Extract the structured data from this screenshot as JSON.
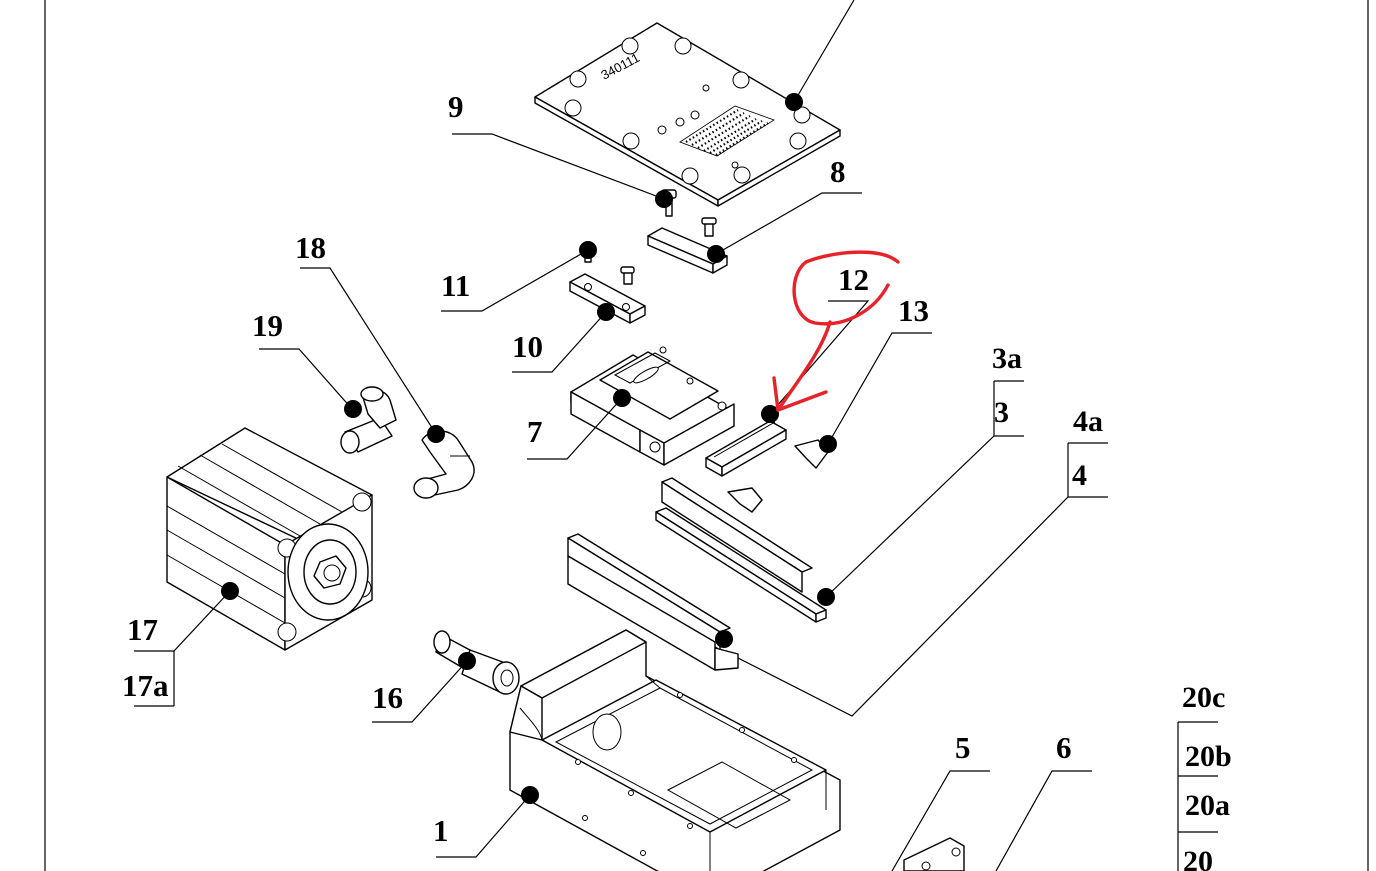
{
  "drawing": {
    "stamp_text": "340111",
    "accent_color": "#e8222a",
    "callouts": [
      "9",
      "8",
      "18",
      "11",
      "10",
      "19",
      "7",
      "12",
      "13",
      "3a",
      "3",
      "4a",
      "4",
      "17",
      "17a",
      "16",
      "1",
      "5",
      "6",
      "20c",
      "20b",
      "20a",
      "20"
    ]
  }
}
